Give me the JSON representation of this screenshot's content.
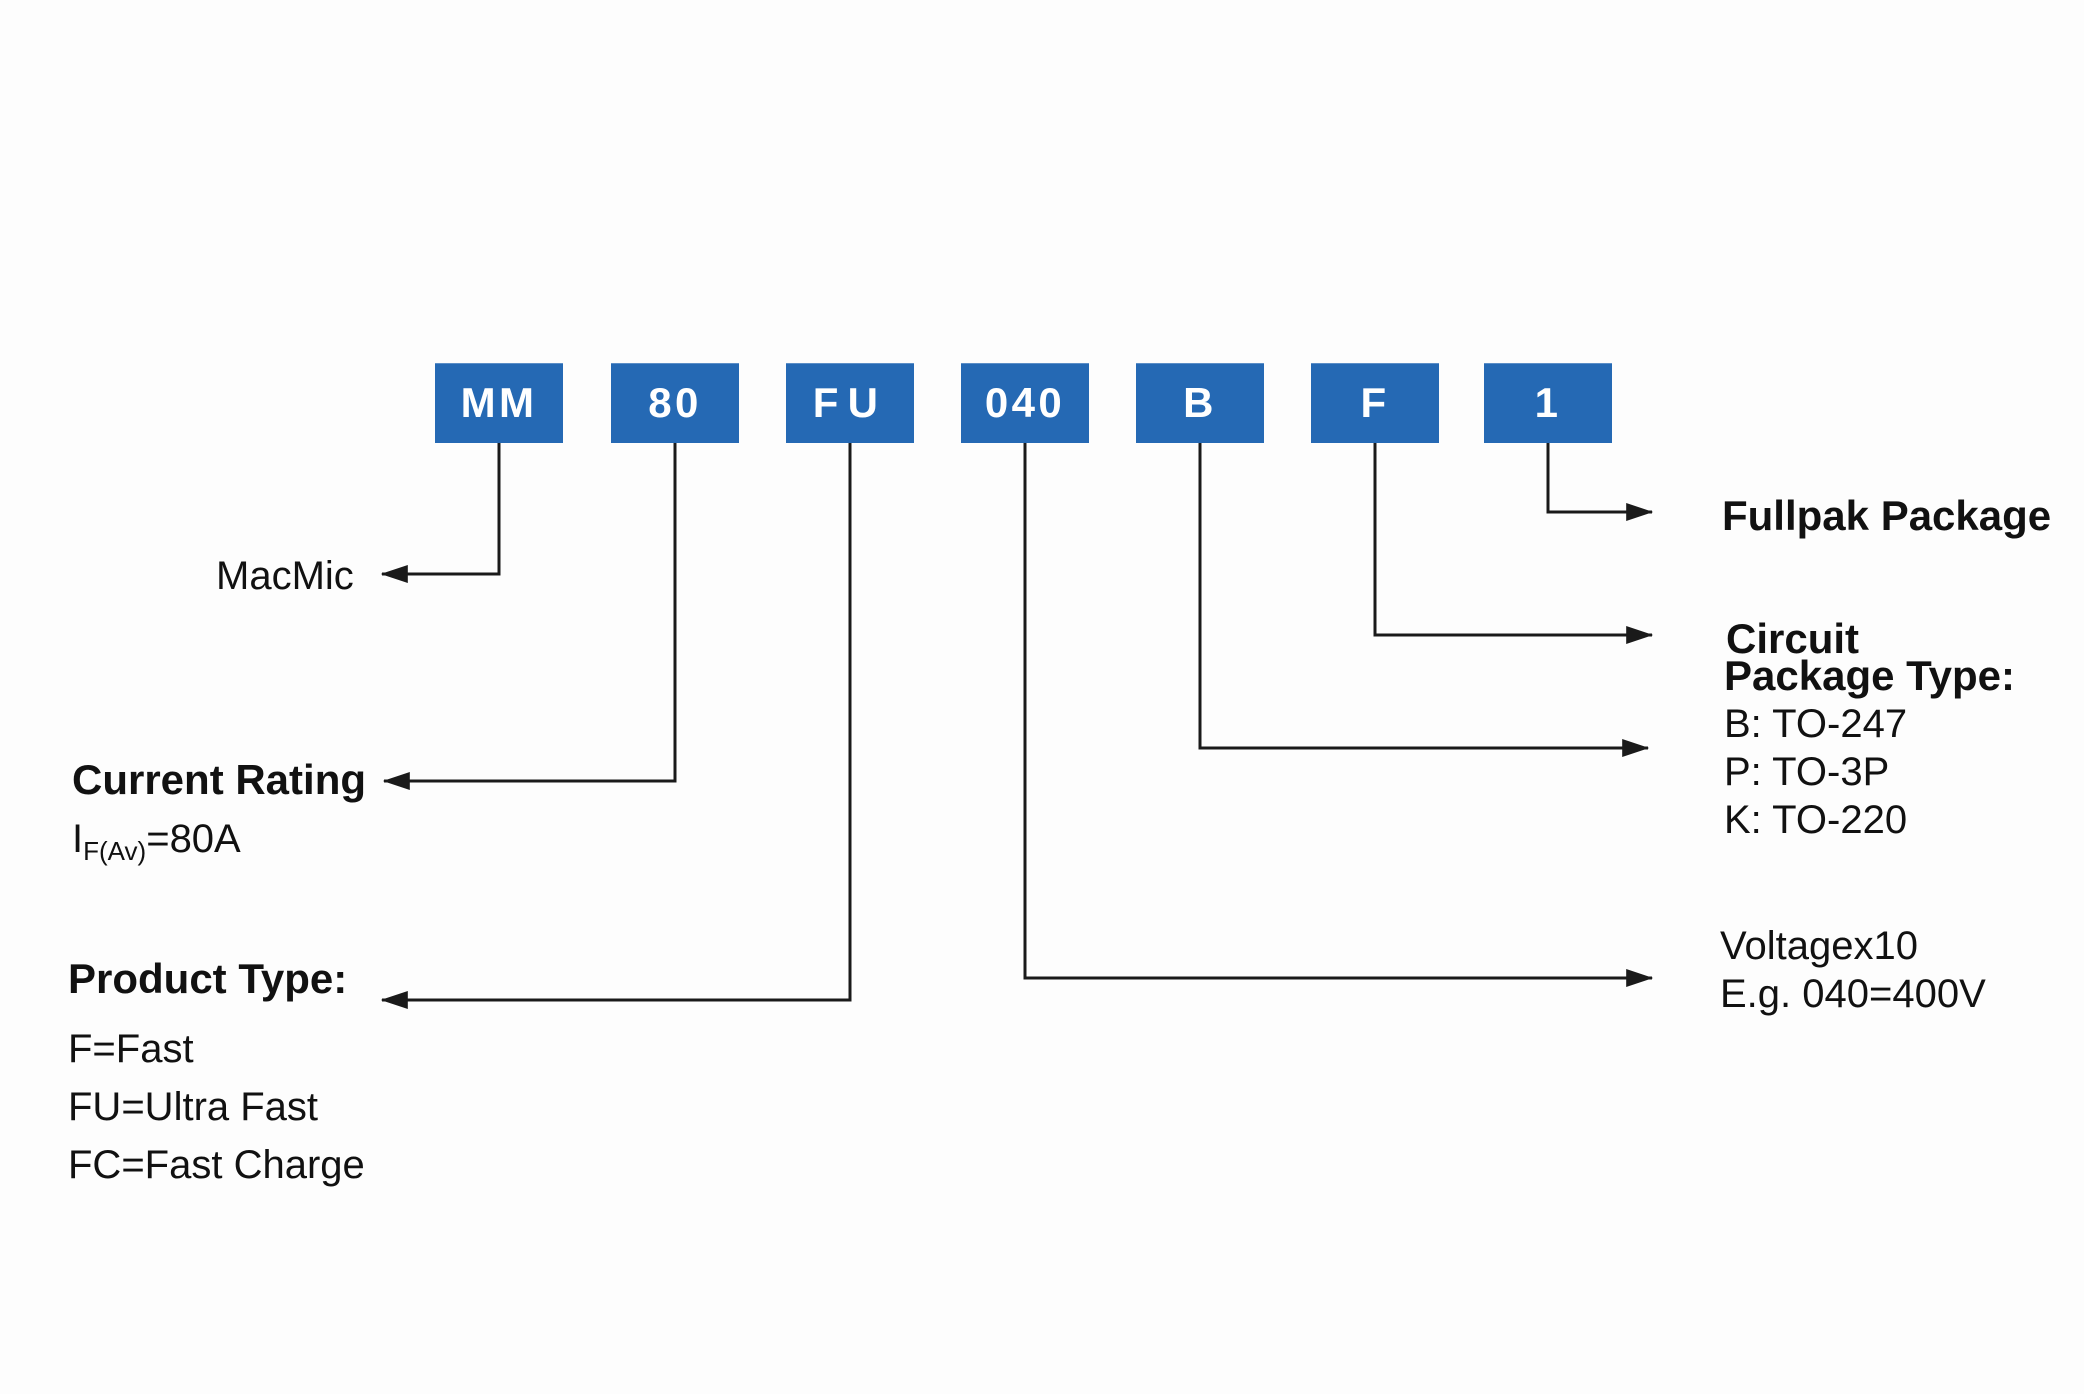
{
  "colors": {
    "box_blue": "#2569b4",
    "line_black": "#1a1a1a",
    "background": "#fdfdfd"
  },
  "part_number_boxes": [
    {
      "code": "MM"
    },
    {
      "code": "80"
    },
    {
      "code": "FU"
    },
    {
      "code": "040"
    },
    {
      "code": "B"
    },
    {
      "code": "F"
    },
    {
      "code": "1"
    }
  ],
  "labels": {
    "macmic": "MacMic",
    "current_rating": {
      "title": "Current Rating",
      "detail_prefix": "I",
      "detail_sub": "F(Av)",
      "detail_suffix": "=80A"
    },
    "product_type": {
      "title": "Product Type:",
      "lines": [
        "F=Fast",
        "FU=Ultra Fast",
        "FC=Fast Charge"
      ]
    },
    "fullpak": "Fullpak Package",
    "circuit": "Circuit",
    "package_type": {
      "title": "Package Type:",
      "lines": [
        "B: TO-247",
        "P: TO-3P",
        "K: TO-220"
      ]
    },
    "voltage": {
      "line1": "Voltagex10",
      "line2": "E.g. 040=400V"
    }
  }
}
